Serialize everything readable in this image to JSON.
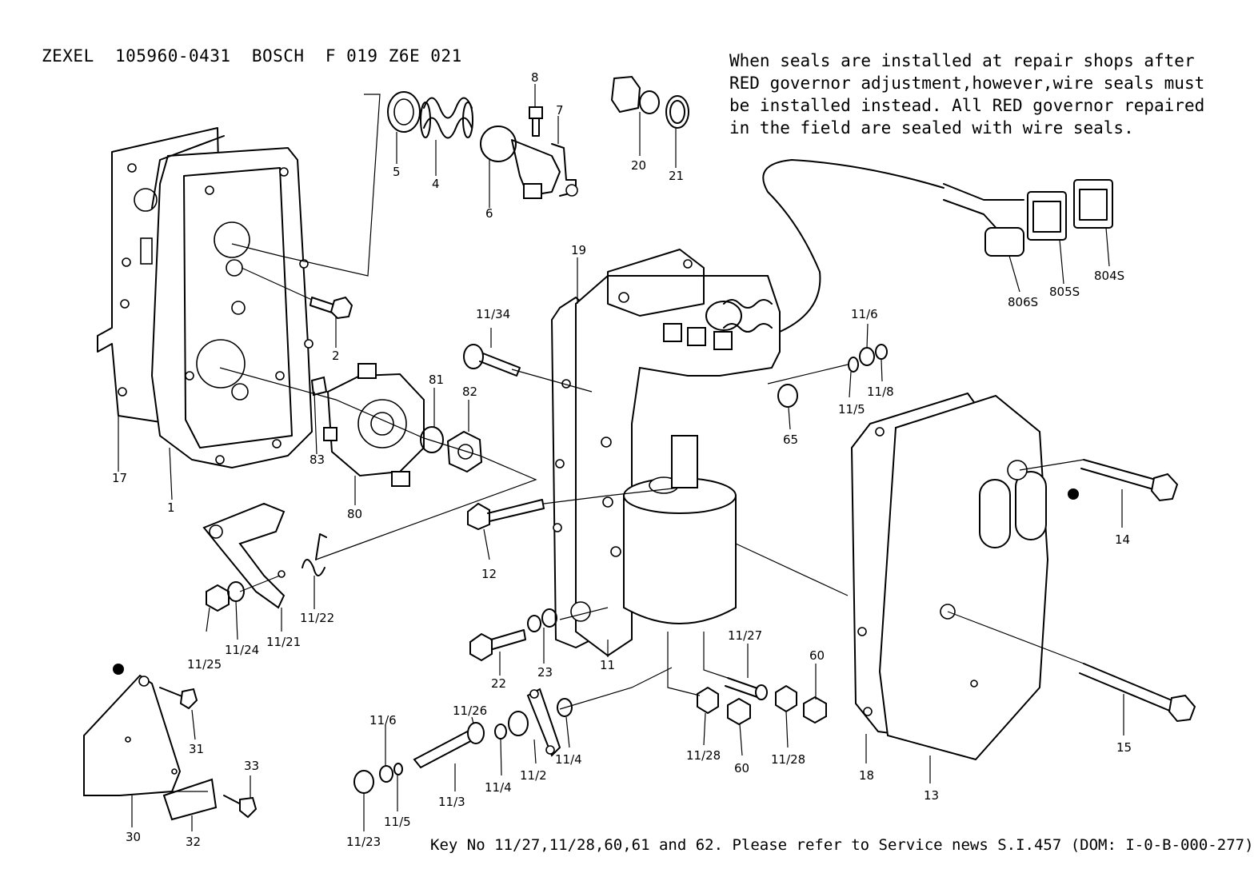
{
  "header": {
    "title": "ZEXEL  105960-0431  BOSCH  F 019 Z6E 021"
  },
  "note": {
    "text": "When seals are installed at repair shops after\nRED governor adjustment,however,wire seals must\nbe installed instead. All RED governor repaired\nin the field are sealed with wire seals."
  },
  "footer": {
    "text": "Key No 11/27,11/28,60,61 and 62. Please refer to Service news S.I.457 (DOM: I-0-B-000-277)"
  },
  "callouts": {
    "p1": "1",
    "p2": "2",
    "p4": "4",
    "p5": "5",
    "p6": "6",
    "p7": "7",
    "p8": "8",
    "p11": "11",
    "p11_2": "11/2",
    "p11_3": "11/3",
    "p11_4a": "11/4",
    "p11_4b": "11/4",
    "p11_5a": "11/5",
    "p11_5b": "11/5",
    "p11_6a": "11/6",
    "p11_6b": "11/6",
    "p11_8": "11/8",
    "p11_21": "11/21",
    "p11_22": "11/22",
    "p11_23": "11/23",
    "p11_24": "11/24",
    "p11_25": "11/25",
    "p11_26": "11/26",
    "p11_27": "11/27",
    "p11_28a": "11/28",
    "p11_28b": "11/28",
    "p11_34": "11/34",
    "p12": "12",
    "p13": "13",
    "p14": "14",
    "p15": "15",
    "p17": "17",
    "p18": "18",
    "p19": "19",
    "p20": "20",
    "p21": "21",
    "p22": "22",
    "p23": "23",
    "p30": "30",
    "p31": "31",
    "p32": "32",
    "p33": "33",
    "p60a": "60",
    "p60b": "60",
    "p65": "65",
    "p80": "80",
    "p81": "81",
    "p82": "82",
    "p83": "83",
    "p804S": "804S",
    "p805S": "805S",
    "p806S": "806S"
  }
}
